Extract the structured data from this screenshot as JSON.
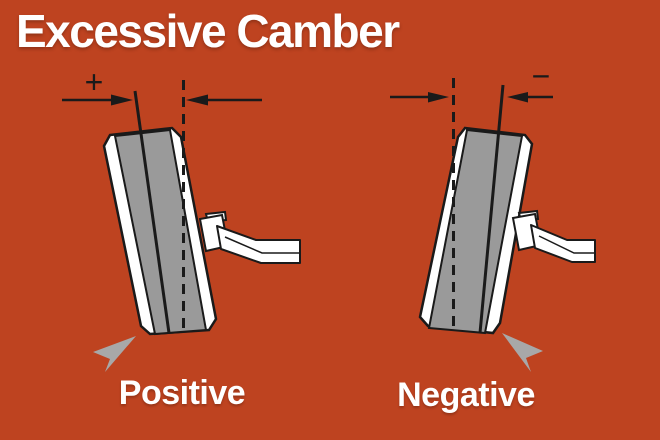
{
  "title": "Excessive Camber",
  "colors": {
    "background": "#BE4320",
    "tire_tread": "#9A9A9A",
    "sidewall_white": "#FFFFFF",
    "line_black": "#1A1A1A",
    "pointer_gray": "#A8A8A8",
    "label_text": "#FFFFFF"
  },
  "diagrams": [
    {
      "label": "Positive",
      "sign": "+"
    },
    {
      "label": "Negative",
      "sign": "−"
    }
  ]
}
